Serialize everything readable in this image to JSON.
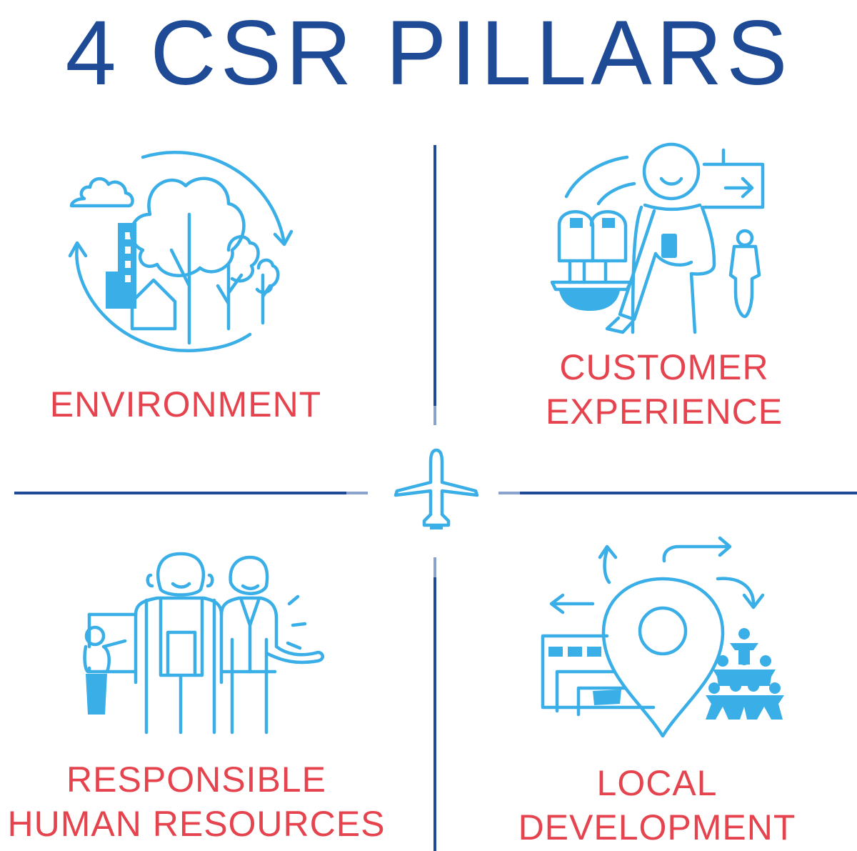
{
  "title": "4 CSR PILLARS",
  "pillars": {
    "environment": {
      "label": "ENVIRONMENT",
      "icon": "environment-icon"
    },
    "customer": {
      "label_line1": "CUSTOMER",
      "label_line2": "EXPERIENCE",
      "icon": "customer-experience-icon"
    },
    "hr": {
      "label_line1": "RESPONSIBLE",
      "label_line2": "HUMAN RESOURCES",
      "icon": "human-resources-icon"
    },
    "local": {
      "label_line1": "LOCAL",
      "label_line2": "DEVELOPMENT",
      "icon": "local-development-icon"
    }
  },
  "center_icon": "airplane-icon",
  "colors": {
    "title": "#1f4a96",
    "label": "#e5444f",
    "icon": "#3aaee6",
    "divider": "#1f4a96"
  }
}
